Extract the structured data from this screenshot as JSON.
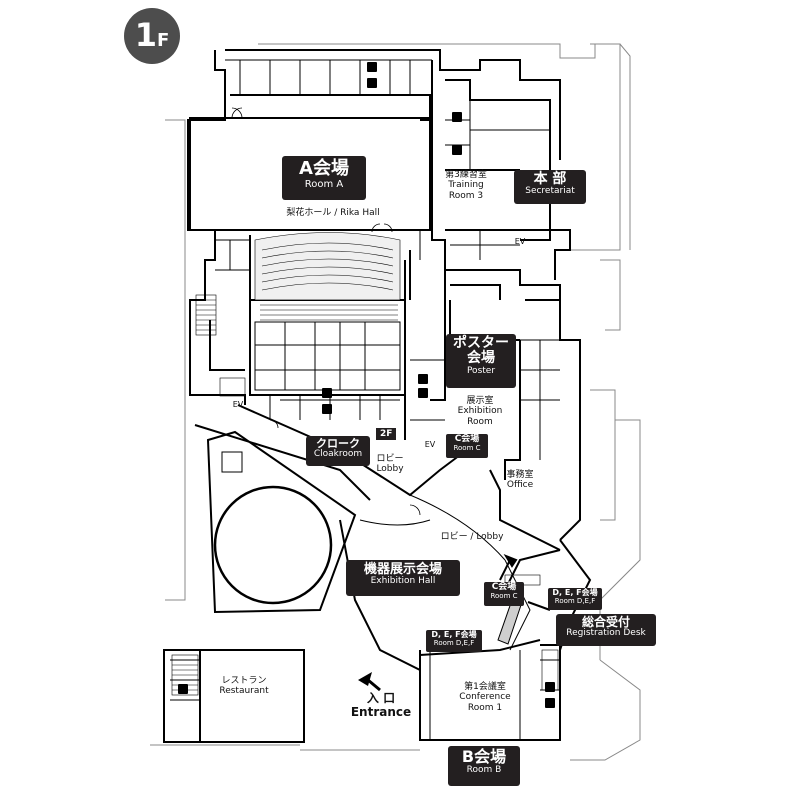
{
  "floor": {
    "number": "1",
    "letter": "F"
  },
  "rooms": {
    "room_a": {
      "jp": "A会場",
      "en": "Room A"
    },
    "rika_hall": "梨花ホール / Rika Hall",
    "training_room_3": {
      "jp": "第3練習室",
      "en1": "Training",
      "en2": "Room 3"
    },
    "secretariat": {
      "jp": "本 部",
      "en": "Secretariat"
    },
    "ev_top": "EV",
    "poster": {
      "jp1": "ポスター",
      "jp2": "会場",
      "en": "Poster"
    },
    "exhibition_room": {
      "jp": "展示室",
      "en1": "Exhibition",
      "en2": "Room"
    },
    "cloakroom": {
      "jp": "クローク",
      "en": "Cloakroom"
    },
    "stairs_2f": "2F",
    "ev_left": "EV",
    "ev_mid": "EV",
    "room_c_top": {
      "jp": "C会場",
      "en": "Room C"
    },
    "lobby_small": {
      "jp": "ロビー",
      "en": "Lobby"
    },
    "office": {
      "jp": "事務室",
      "en": "Office"
    },
    "lobby_main": "ロビー / Lobby",
    "exhibition_hall": {
      "jp": "機器展示会場",
      "en": "Exhibition Hall"
    },
    "room_c_bottom": {
      "jp": "C会場",
      "en": "Room C"
    },
    "room_def_right": {
      "jp": "D, E, F会場",
      "en": "Room D,E,F"
    },
    "registration": {
      "jp": "総合受付",
      "en": "Registration Desk"
    },
    "room_def_left": {
      "jp": "D, E, F会場",
      "en": "Room D,E,F"
    },
    "restaurant": {
      "jp": "レストラン",
      "en": "Restaurant"
    },
    "entrance": {
      "jp": "入 口",
      "en": "Entrance"
    },
    "conference_room_1": {
      "jp": "第1会議室",
      "en1": "Conference",
      "en2": "Room 1"
    },
    "room_b": {
      "jp": "B会場",
      "en": "Room B"
    }
  },
  "colors": {
    "label_bg": "#231f20",
    "badge_bg": "#4d4d4d",
    "wall": "#000000",
    "seat_fill": "#e6e6e6"
  }
}
